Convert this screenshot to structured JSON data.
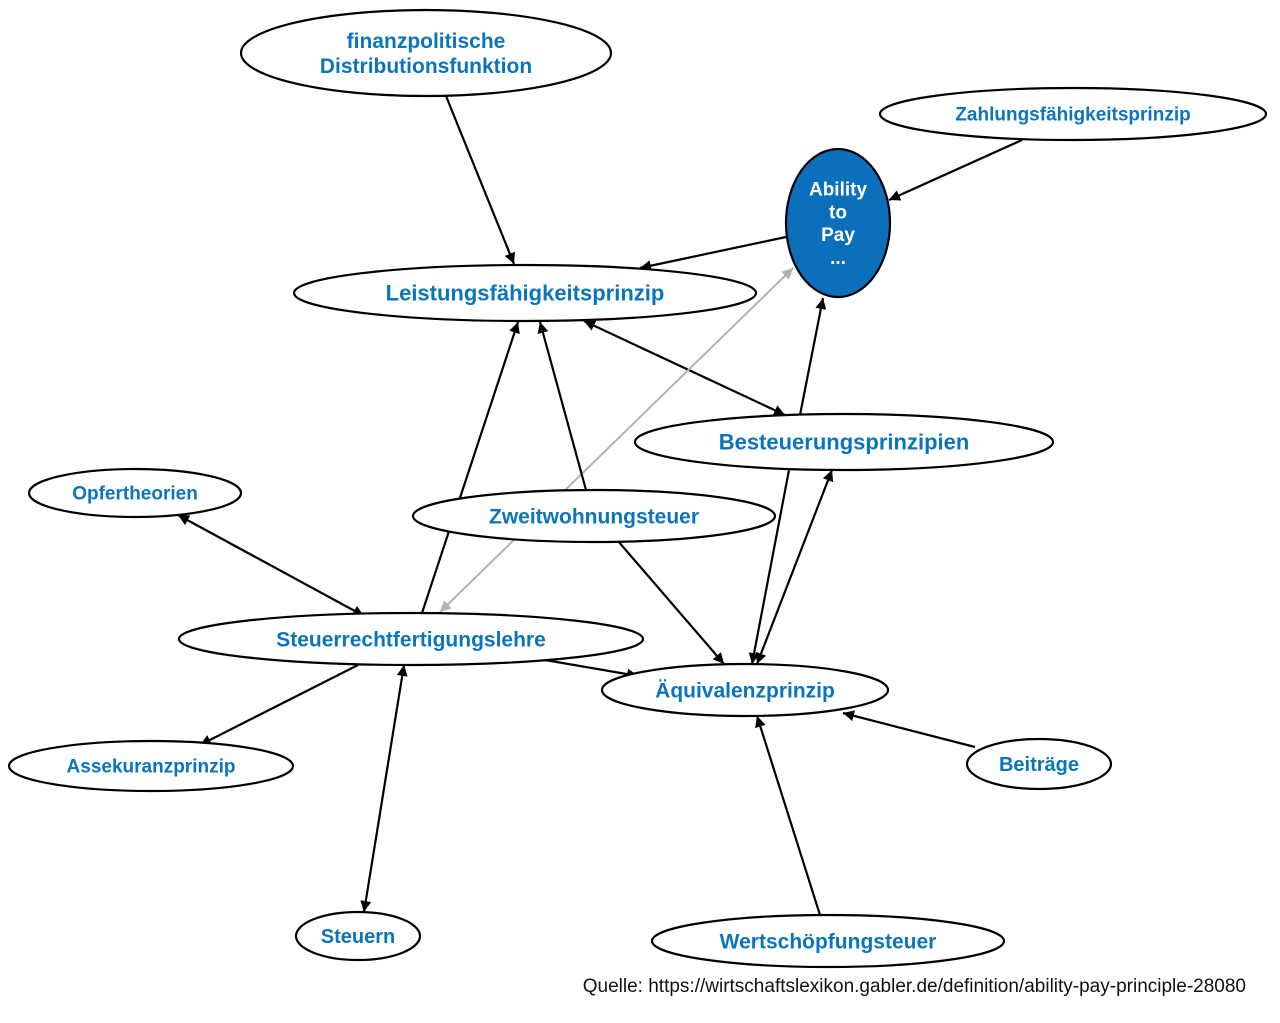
{
  "diagram": {
    "nodes": [
      {
        "id": "finanz",
        "lines": [
          "finanzpolitische",
          "Distributionsfunktion"
        ],
        "root": false
      },
      {
        "id": "zahlung",
        "lines": [
          "Zahlungsfähigkeitsprinzip"
        ],
        "root": false
      },
      {
        "id": "ability",
        "lines": [
          "Ability",
          "to",
          "Pay",
          "..."
        ],
        "root": true
      },
      {
        "id": "leistung",
        "lines": [
          "Leistungsfähigkeitsprinzip"
        ],
        "root": false
      },
      {
        "id": "besteuerung",
        "lines": [
          "Besteuerungsprinzipien"
        ],
        "root": false
      },
      {
        "id": "opfer",
        "lines": [
          "Opfertheorien"
        ],
        "root": false
      },
      {
        "id": "zweit",
        "lines": [
          "Zweitwohnungsteuer"
        ],
        "root": false
      },
      {
        "id": "steuerrecht",
        "lines": [
          "Steuerrechtfertigungslehre"
        ],
        "root": false
      },
      {
        "id": "aequivalenz",
        "lines": [
          "Äquivalenzprinzip"
        ],
        "root": false
      },
      {
        "id": "assekuranz",
        "lines": [
          "Assekuranzprinzip"
        ],
        "root": false
      },
      {
        "id": "beitraege",
        "lines": [
          "Beiträge"
        ],
        "root": false
      },
      {
        "id": "steuern",
        "lines": [
          "Steuern"
        ],
        "root": false
      },
      {
        "id": "wertschoepfung",
        "lines": [
          "Wertschöpfungsteuer"
        ],
        "root": false
      }
    ],
    "edges": [
      {
        "from": "finanz",
        "to": "leistung",
        "dir": "forward",
        "style": "normal"
      },
      {
        "from": "zahlung",
        "to": "ability",
        "dir": "forward",
        "style": "normal"
      },
      {
        "from": "ability",
        "to": "leistung",
        "dir": "forward",
        "style": "normal"
      },
      {
        "from": "leistung",
        "to": "besteuerung",
        "dir": "both",
        "style": "normal"
      },
      {
        "from": "besteuerung",
        "to": "ability",
        "dir": "forward",
        "style": "normal"
      },
      {
        "from": "steuerrecht",
        "to": "ability",
        "dir": "both",
        "style": "gray"
      },
      {
        "from": "steuerrecht",
        "to": "leistung",
        "dir": "forward",
        "style": "normal"
      },
      {
        "from": "zweit",
        "to": "leistung",
        "dir": "forward",
        "style": "normal"
      },
      {
        "from": "zweit",
        "to": "aequivalenz",
        "dir": "forward",
        "style": "normal"
      },
      {
        "from": "besteuerung",
        "to": "aequivalenz",
        "dir": "forward",
        "style": "normal"
      },
      {
        "from": "aequivalenz",
        "to": "besteuerung",
        "dir": "both",
        "style": "normal"
      },
      {
        "from": "opfer",
        "to": "steuerrecht",
        "dir": "both",
        "style": "normal"
      },
      {
        "from": "steuerrecht",
        "to": "assekuranz",
        "dir": "forward",
        "style": "normal"
      },
      {
        "from": "steuerrecht",
        "to": "aequivalenz",
        "dir": "forward",
        "style": "normal"
      },
      {
        "from": "steuerrecht",
        "to": "steuern",
        "dir": "both",
        "style": "normal"
      },
      {
        "from": "beitraege",
        "to": "aequivalenz",
        "dir": "forward",
        "style": "normal"
      },
      {
        "from": "wertschoepfung",
        "to": "aequivalenz",
        "dir": "forward",
        "style": "normal"
      }
    ],
    "colors": {
      "label": "#0b75bb",
      "root_fill": "#0b6fbc",
      "root_label": "#ffffff",
      "edge": "#000000",
      "edge_gray": "#b3b3b3"
    }
  },
  "source": "Quelle: https://wirtschaftslexikon.gabler.de/definition/ability-pay-principle-28080"
}
